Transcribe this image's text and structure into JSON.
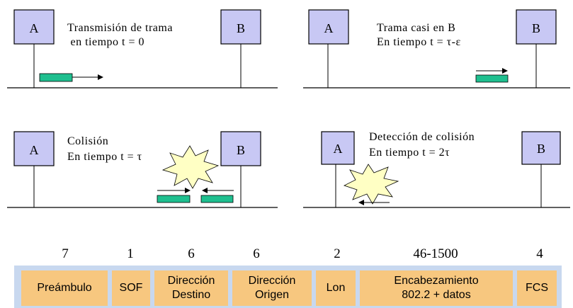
{
  "panels": [
    {
      "a": "A",
      "b": "B",
      "line1": "Transmisión de trama",
      "line2": " en tiempo t = 0"
    },
    {
      "a": "A",
      "b": "B",
      "line1": "Trama casi en B",
      "line2": "En tiempo t = τ-ε"
    },
    {
      "a": "A",
      "b": "B",
      "line1": "Colisión",
      "line2": "En tiempo t = τ"
    },
    {
      "a": "A",
      "b": "B",
      "line1": "Detección de colisión",
      "line2": "En tiempo t = 2τ"
    }
  ],
  "frame": {
    "fields": [
      {
        "size": "7",
        "label": "Preámbulo"
      },
      {
        "size": "1",
        "label": "SOF"
      },
      {
        "size": "6",
        "label": "Dirección\nDestino"
      },
      {
        "size": "6",
        "label": "Dirección\nOrigen"
      },
      {
        "size": "2",
        "label": "Lon"
      },
      {
        "size": "46-1500",
        "label": "Encabezamiento\n802.2 + datos"
      },
      {
        "size": "4",
        "label": "FCS"
      }
    ]
  },
  "colors": {
    "node": "#c8c8f4",
    "signal": "#1fbf8f",
    "field": "#f7c77f",
    "frame_bg": "#c8d8ef",
    "burst": "#ffffc4"
  }
}
